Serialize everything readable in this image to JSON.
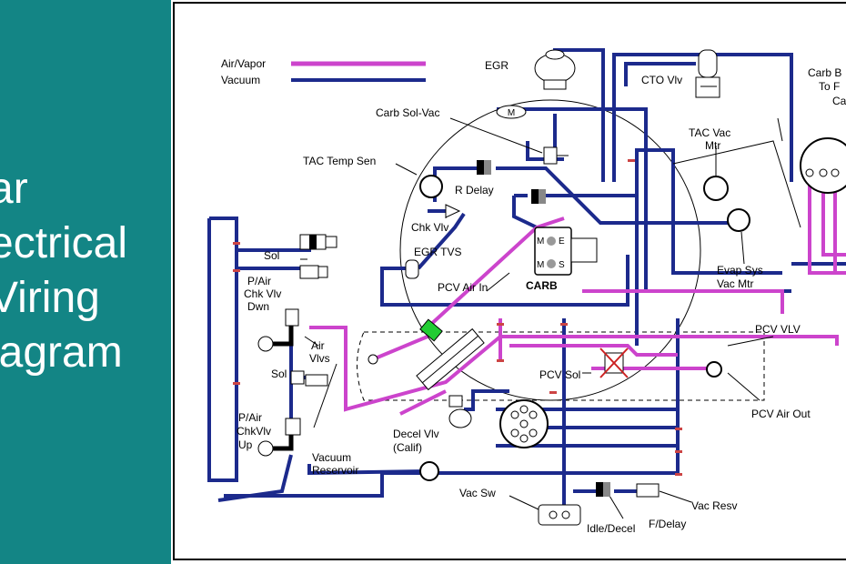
{
  "sidebar": {
    "title_lines": [
      "ar",
      "ectrical",
      "Viring",
      "iagram"
    ],
    "bg_color": "#138585"
  },
  "legend": {
    "air_vapor": "Air/Vapor",
    "vacuum": "Vacuum",
    "air_vapor_color": "#cc44cc",
    "vacuum_color": "#1c2a8c"
  },
  "labels": {
    "egr": "EGR",
    "cto_vlv": "CTO Vlv",
    "carb_sol_vac": "Carb Sol-Vac",
    "tac_temp_sen": "TAC Temp Sen",
    "r_delay": "R Delay",
    "chk_vlv": "Chk Vlv",
    "egr_tvs": "EGR TVS",
    "pcv_air_in": "PCV Air In",
    "carb": "CARB",
    "carb_m1": "M",
    "carb_e": "E",
    "carb_m2": "M",
    "carb_s": "S",
    "carb_sol_badge": "M",
    "tac_vac_mtr_1": "TAC Vac",
    "tac_vac_mtr_2": "Mtr",
    "evap_sys_1": "Evap Sys",
    "evap_sys_2": "Vac Mtr",
    "carb_b_1": "Carb B",
    "carb_b_2": "To F",
    "carb_b_3": "Ca",
    "sol_top": "Sol",
    "p_air_chk_dwn_1": "P/Air",
    "p_air_chk_dwn_2": "Chk Vlv",
    "p_air_chk_dwn_3": "Dwn",
    "air_vlvs_1": "Air",
    "air_vlvs_2": "Vlvs",
    "sol_bottom": "Sol",
    "p_air_chk_up_1": "P/Air",
    "p_air_chk_up_2": "ChkVlv",
    "p_air_chk_up_3": "Up",
    "pcv_vlv": "PCV VLV",
    "pcv_sol": "PCV Sol",
    "pcv_air_out": "PCV Air Out",
    "decel_vlv_1": "Decel Vlv",
    "decel_vlv_2": "(Calif)",
    "vacuum_reservoir_1": "Vacuum",
    "vacuum_reservoir_2": "Reservoir",
    "vac_sw": "Vac Sw",
    "idle_decel": "Idle/Decel",
    "f_delay": "F/Delay",
    "vac_resv": "Vac Resv"
  }
}
